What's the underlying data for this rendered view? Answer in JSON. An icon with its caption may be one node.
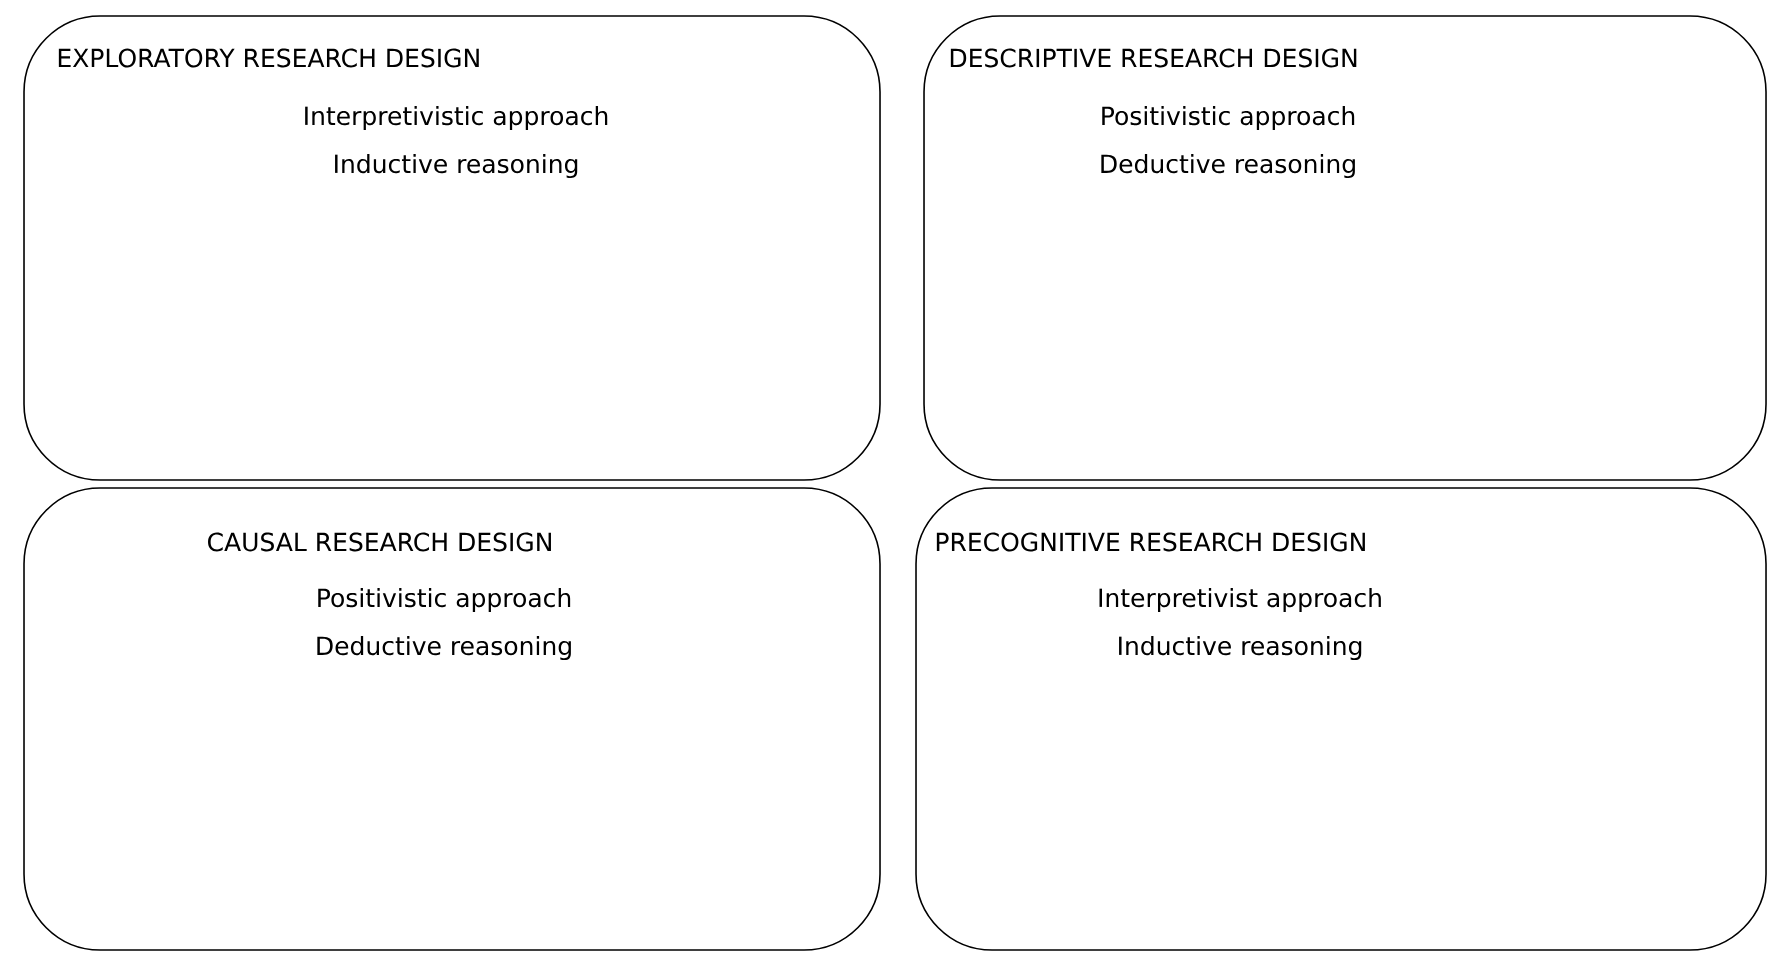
{
  "diagram": {
    "nodes": [
      {
        "text": [
          "EXPLORATORY RESEARCH DESIGN",
          "Interpretivistic approach",
          "Inductive reasoning"
        ]
      },
      {
        "text": [
          "DESCRIPTIVE RESEARCH DESIGN",
          "Positivistic approach",
          "Deductive reasoning"
        ]
      },
      {
        "text": [
          "CAUSAL RESEARCH DESIGN",
          "Positivistic approach",
          "Deductive reasoning"
        ]
      },
      {
        "text": [
          "PRECOGNITIVE RESEARCH DESIGN",
          "Interpretivist approach",
          "Inductive reasoning"
        ]
      }
    ]
  }
}
